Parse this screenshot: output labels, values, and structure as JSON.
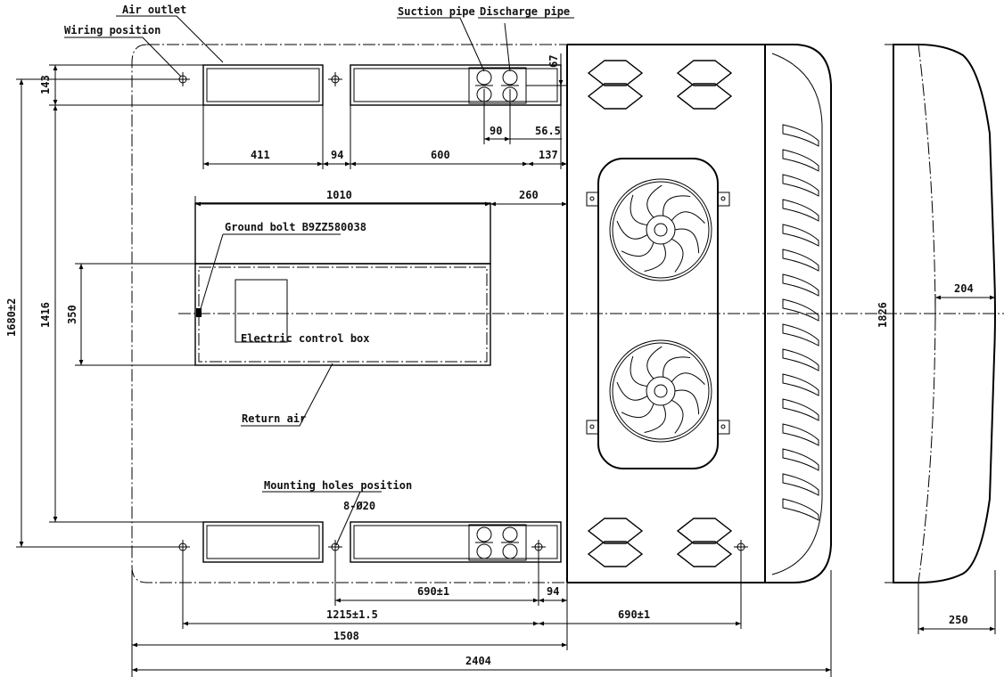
{
  "labels": {
    "air_outlet": "Air outlet",
    "wiring_position": "Wiring position",
    "suction_pipe": "Suction pipe",
    "discharge_pipe": "Discharge pipe",
    "ground_bolt": "Ground bolt B9ZZ580038",
    "electric_control_box": "Electric control box",
    "return_air": "Return air",
    "mounting_holes_position": "Mounting holes position",
    "mounting_hole_spec": "8-Ø20"
  },
  "dimensions": {
    "d411": "411",
    "d94_top": "94",
    "d600": "600",
    "d137": "137",
    "d90": "90",
    "d56_5": "56.5",
    "d67": "67",
    "d143": "143",
    "d1010": "1010",
    "d260": "260",
    "d350": "350",
    "d1416": "1416",
    "d1680": "1680±2",
    "d690_inner": "690±1",
    "d94_bottom": "94",
    "d1215": "1215±1.5",
    "d690_outer": "690±1",
    "d1508": "1508",
    "d2404": "2404",
    "d204": "204",
    "d1826": "1826",
    "d250": "250"
  }
}
